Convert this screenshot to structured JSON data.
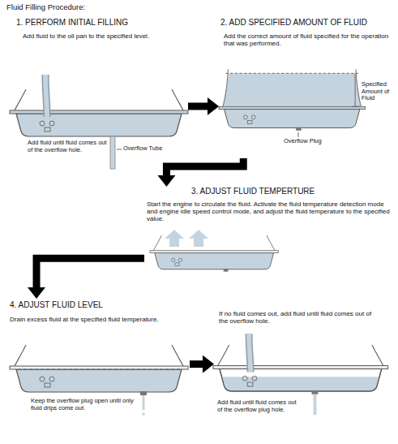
{
  "diagram": {
    "title": "Fluid Filling Procedure:",
    "nodes": [
      {
        "text": [
          "1. PERFORM INITIAL FILLING",
          "Add fluid to the oil pan to the specified level."
        ]
      },
      {
        "text": [
          "2. ADD SPECIFIED AMOUNT OF FLUID",
          "Add the correct amount of fluid specified for the operation that was performed."
        ]
      },
      {
        "text": [
          "3. ADJUST FLUID TEMPERTURE",
          "Start the engine to circulate the fluid. Activate the fluid temperature detection mode and engine idle speed control mode, and adjust the fluid temperature to the specified value."
        ]
      },
      {
        "text": [
          "4. ADJUST FLUID LEVEL",
          "Drain excess fluid at the specified fluid temperature."
        ]
      },
      {
        "text": [
          "Keep the overflow plug open until only fluid drips come out."
        ],
        "in": 3
      },
      {
        "text": [
          "If no fluid comes out, add fluid until fluid comes out of the overflow hole.",
          "Add fluid until fluid comes out of the overflow plug hole."
        ],
        "in": 3
      }
    ],
    "edges": [
      {
        "from": 0,
        "to": 1,
        "arrow": "to"
      },
      {
        "from": 1,
        "to": 2,
        "arrow": "to"
      },
      {
        "from": 2,
        "to": 3,
        "arrow": "to"
      },
      {
        "from": 4,
        "to": 5,
        "arrow": "to"
      }
    ],
    "labels": [
      "Add fluid until fluid comes out of the overflow hole.",
      "Overflow Tube",
      "Specified Amount of Fluid",
      "Overflow Plug"
    ]
  }
}
